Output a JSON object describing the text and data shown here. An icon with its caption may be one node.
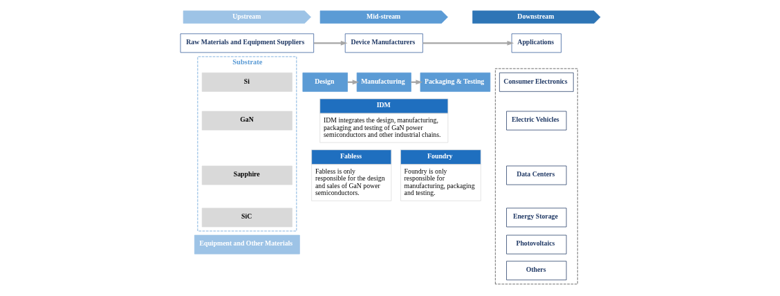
{
  "diagram": {
    "nodes": [
      {
        "text": [
          "Upstream"
        ]
      },
      {
        "text": [
          "Mid-stream"
        ]
      },
      {
        "text": [
          "Downstream"
        ]
      },
      {
        "text": [
          "Raw Materials and Equipment Suppliers"
        ]
      },
      {
        "text": [
          "Substrate"
        ]
      },
      {
        "text": [
          "Si"
        ],
        "in": 4
      },
      {
        "text": [
          "GaN"
        ],
        "in": 4
      },
      {
        "text": [
          "Sapphire"
        ],
        "in": 4
      },
      {
        "text": [
          "SiC"
        ],
        "in": 4
      },
      {
        "text": [
          "Equipment and Other Materials"
        ]
      },
      {
        "text": [
          "Device Manufacturers"
        ]
      },
      {
        "text": [
          "Design"
        ]
      },
      {
        "text": [
          "Manufacturing"
        ]
      },
      {
        "text": [
          "Packaging & Testing"
        ]
      },
      {
        "text": [
          "IDM",
          "IDM integrates the design, manufacturing, packaging and testing of GaN power semiconductors and other industrial chains."
        ]
      },
      {
        "text": [
          "Fabless",
          "Fabless is only responsible for the design and sales of GaN power semiconductors."
        ]
      },
      {
        "text": [
          "Foundry",
          "Foundry is only responsible for manufacturing, packaging and testing."
        ]
      },
      {
        "text": [
          "Applications"
        ]
      },
      {
        "text": [],
        "shape": "box"
      },
      {
        "text": [
          "Consumer Electronics"
        ],
        "in": 18
      },
      {
        "text": [
          "Electric Vehicles"
        ],
        "in": 18
      },
      {
        "text": [
          "Data Centers"
        ],
        "in": 18
      },
      {
        "text": [
          "Energy Storage"
        ],
        "in": 18
      },
      {
        "text": [
          "Photovoltaics"
        ],
        "in": 18
      },
      {
        "text": [
          "Others"
        ],
        "in": 18
      }
    ],
    "edges": [
      {
        "from": 3,
        "to": 10,
        "arrow": "to"
      },
      {
        "from": 10,
        "to": 17,
        "arrow": "to"
      },
      {
        "from": 11,
        "to": 12,
        "arrow": "to"
      },
      {
        "from": 12,
        "to": 13,
        "arrow": "to"
      }
    ]
  }
}
